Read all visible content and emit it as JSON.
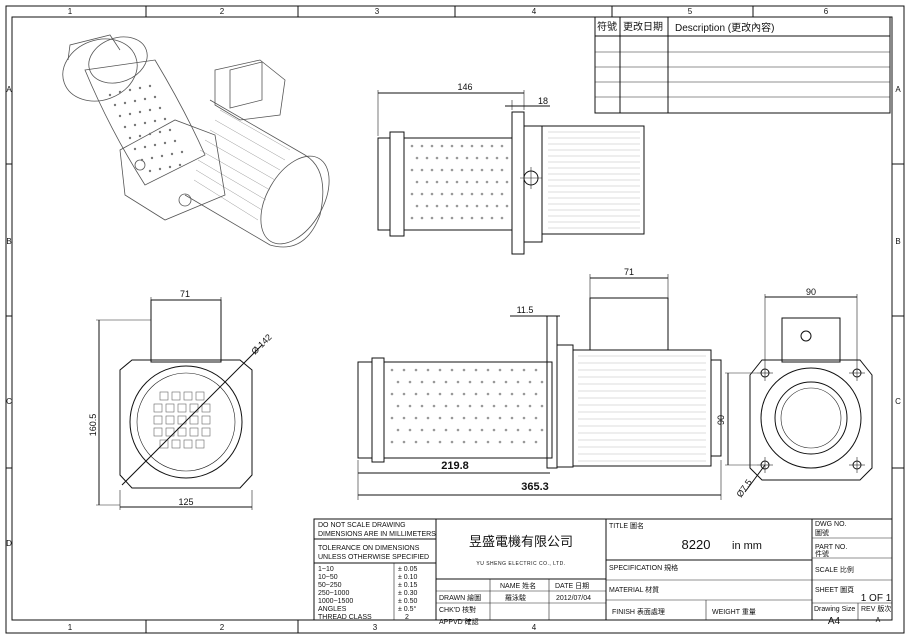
{
  "border": {
    "columns_top": [
      "1",
      "2",
      "3",
      "4",
      "5",
      "6"
    ],
    "columns_bottom": [
      "1",
      "2",
      "3",
      "4"
    ],
    "rows_left": [
      "A",
      "B",
      "C",
      "D"
    ],
    "rows_right": [
      "A",
      "B",
      "C"
    ]
  },
  "revision_table": {
    "col_symbol": "符號",
    "col_date": "更改日期",
    "col_desc": "Description (更改內容)"
  },
  "dimensions": {
    "side_total": "146",
    "side_flange": "18",
    "front_width": "71",
    "front_diameter": "Ø 142",
    "front_height": "160.5",
    "front_base": "125",
    "elev_flange": "11.5",
    "elev_box": "71",
    "elev_body": "219.8",
    "elev_total": "365.3",
    "end_width": "90",
    "end_height": "90",
    "end_hole": "Ø7.5"
  },
  "title_block": {
    "note_line1": "DO NOT SCALE DRAWING",
    "note_line2": "DIMENSIONS ARE IN MILLIMETERS",
    "tol_line1": "TOLERANCE ON DIMENSIONS",
    "tol_line2": "UNLESS OTHERWISE SPECIFIED",
    "tolerances": [
      {
        "range": "1~10",
        "tol": "± 0.05"
      },
      {
        "range": "10~50",
        "tol": "± 0.10"
      },
      {
        "range": "50~250",
        "tol": "± 0.15"
      },
      {
        "range": "250~1000",
        "tol": "± 0.30"
      },
      {
        "range": "1000~1500",
        "tol": "± 0.50"
      },
      {
        "range": "ANGLES",
        "tol": "± 0.5°"
      },
      {
        "range": "THREAD CLASS",
        "tol": "2"
      }
    ],
    "company_cn": "昱盛電機有限公司",
    "company_en": "YU SHENG ELECTRIC CO., LTD.",
    "name_header": "NAME  姓名",
    "date_header": "DATE  日期",
    "drawn_label": "DRAWN  繪圖",
    "drawn_name": "羅泳駿",
    "drawn_date": "2012/07/04",
    "chkd_label": "CHK'D  核對",
    "appvd_label": "APPVD  確認",
    "title_label": "TITLE  圖名",
    "title_value": "8220",
    "units": "in mm",
    "spec_label": "SPECIFICATION  規格",
    "material_label": "MATERIAL  材質",
    "finish_label": "FINISH  表面處理",
    "weight_label": "WEIGHT  重量",
    "dwg_no_label": "DWG NO.",
    "dwg_no_cn": "圖號",
    "part_no_label": "PART NO.",
    "part_no_cn": "件號",
    "scale_label": "SCALE  比例",
    "sheet_label": "SHEET  圖頁",
    "sheet_value": "1 OF 1",
    "size_label": "Drawing Size",
    "size_value": "A4",
    "rev_label": "REV  版次",
    "rev_value": "A"
  }
}
